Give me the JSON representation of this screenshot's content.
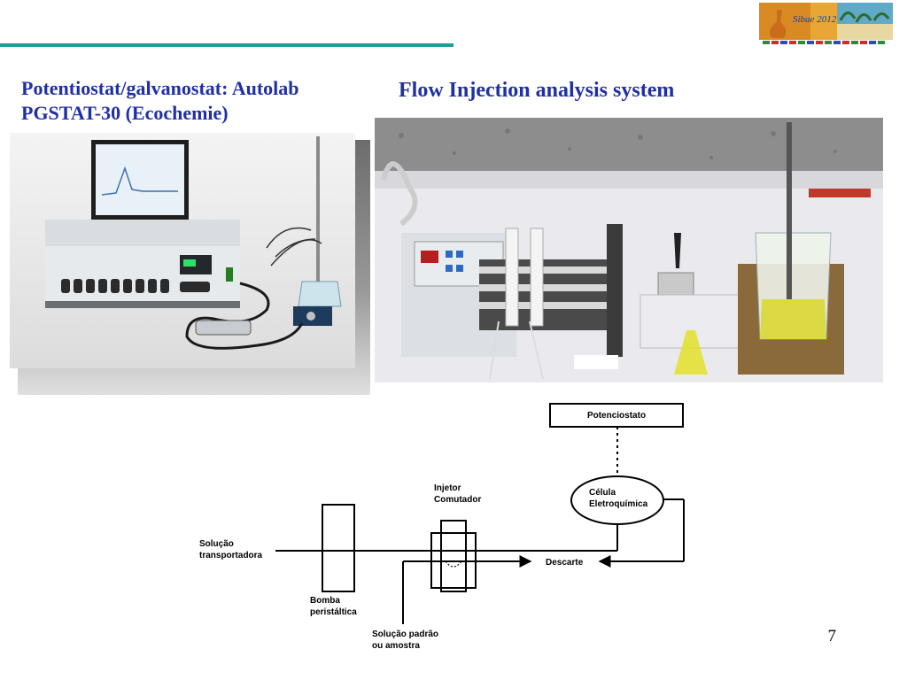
{
  "slide": {
    "heading_left_line1": "Potentiostat/galvanostat: Autolab",
    "heading_left_line2": "PGSTAT-30 (Ecochemie)",
    "heading_right": "Flow Injection analysis system",
    "page_number": "7"
  },
  "logo": {
    "text": "Sibae 2012"
  },
  "diagram": {
    "potenciostato": "Potenciostato",
    "celula_line1": "Célula",
    "celula_line2": "Eletroquímica",
    "injetor_line1": "Injetor",
    "injetor_line2": "Comutador",
    "solucao_line1": "Solução",
    "solucao_line2": "transportadora",
    "bomba_line1": "Bomba",
    "bomba_line2": "peristáltica",
    "descarte": "Descarte",
    "padrao_line1": "Solução padrão",
    "padrao_line2": "ou amostra"
  },
  "colors": {
    "accent_rule": "#1a9e9a",
    "heading": "#1f2fa8"
  }
}
